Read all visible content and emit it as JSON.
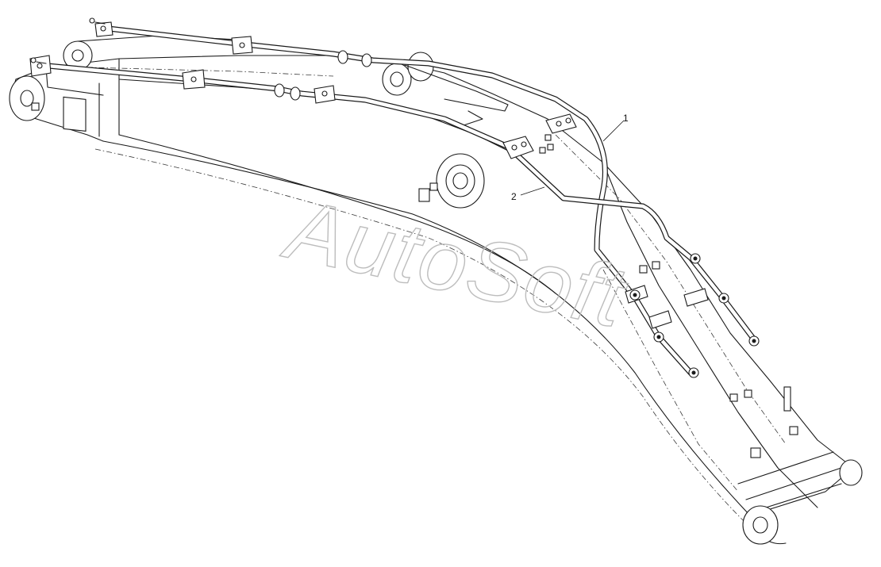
{
  "callouts": [
    {
      "id": "1",
      "label": "1"
    },
    {
      "id": "2",
      "label": "2"
    }
  ],
  "watermark": {
    "text": "AutoSoft",
    "color": "#bdbdbd"
  },
  "colors": {
    "line": "#1a1a1a",
    "background": "#ffffff"
  }
}
